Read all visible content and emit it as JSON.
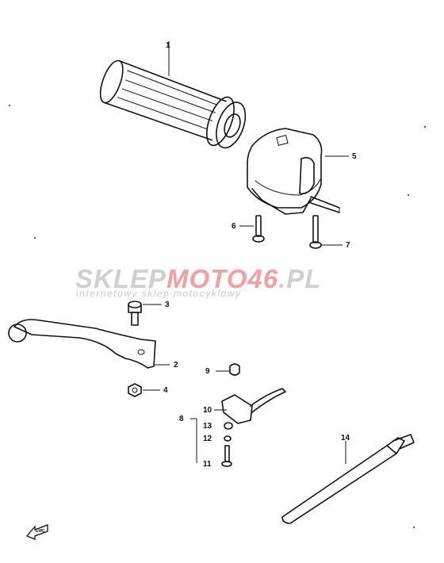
{
  "watermark": {
    "brand_part1": "SKLEP",
    "brand_part2": "MOTO",
    "brand_part3": "46",
    "brand_part4": ".PL",
    "tagline": "internetowy sklep motocyklowy",
    "colors": {
      "gray": "#cfcfcf",
      "red": "#f2a0a0"
    }
  },
  "labels": [
    {
      "id": "1",
      "text": "1"
    },
    {
      "id": "2",
      "text": "2"
    },
    {
      "id": "3",
      "text": "3"
    },
    {
      "id": "4",
      "text": "4"
    },
    {
      "id": "5",
      "text": "5"
    },
    {
      "id": "6",
      "text": "6"
    },
    {
      "id": "7",
      "text": "7"
    },
    {
      "id": "8",
      "text": "8"
    },
    {
      "id": "9",
      "text": "9"
    },
    {
      "id": "10",
      "text": "10"
    },
    {
      "id": "11",
      "text": "11"
    },
    {
      "id": "12",
      "text": "12"
    },
    {
      "id": "13",
      "text": "13"
    },
    {
      "id": "14",
      "text": "14"
    }
  ],
  "direction_marker": {
    "text": "EWC",
    "icon": "arrow-left-icon"
  }
}
